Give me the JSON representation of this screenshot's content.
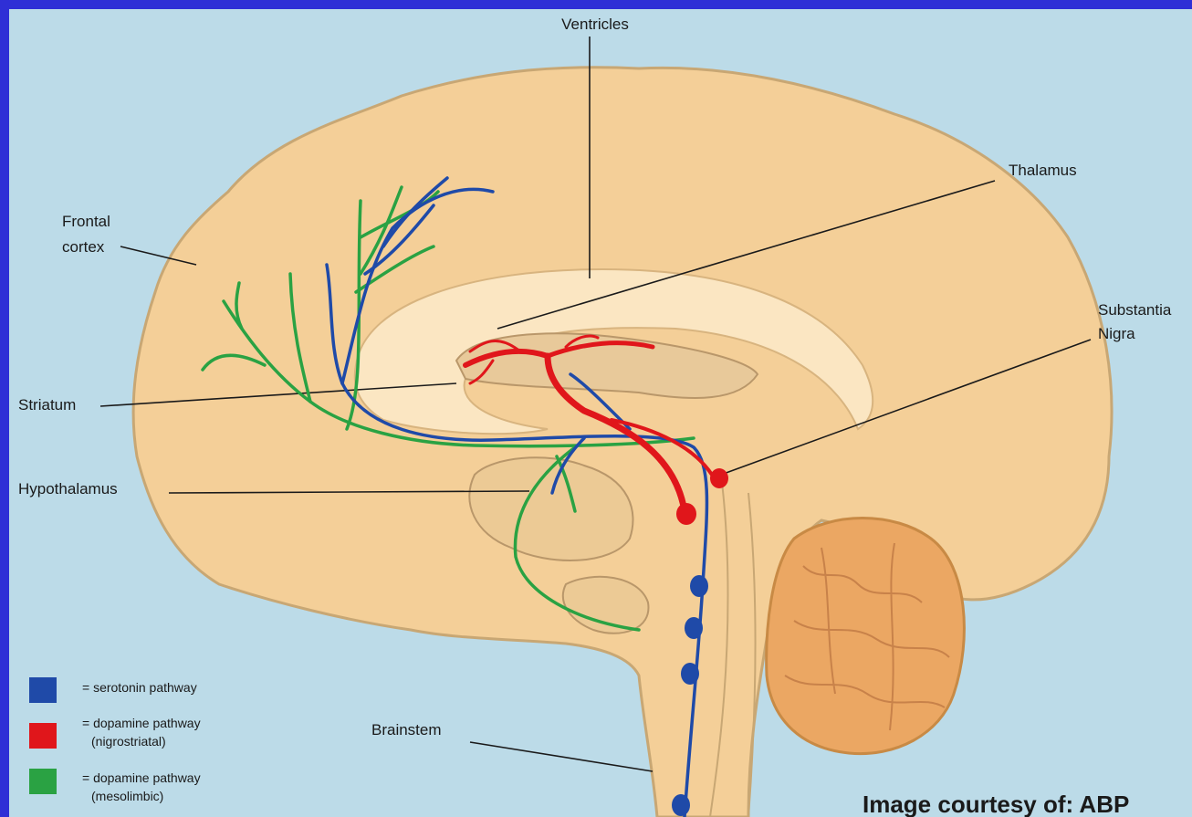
{
  "labels": {
    "ventricles": "Ventricles",
    "thalamus": "Thalamus",
    "frontal_cortex_1": "Frontal",
    "frontal_cortex_2": "cortex",
    "substantia_1": "Substantia",
    "substantia_2": "Nigra",
    "striatum": "Striatum",
    "hypothalamus": "Hypothalamus",
    "brainstem": "Brainstem"
  },
  "legend": [
    {
      "color": "#1f4aa8",
      "line1": "= serotonin pathway",
      "line2": ""
    },
    {
      "color": "#e0161b",
      "line1": "= dopamine pathway",
      "line2": "(nigrostriatal)"
    },
    {
      "color": "#2aa243",
      "line1": "= dopamine pathway",
      "line2": "(mesolimbic)"
    }
  ],
  "credit": "Image courtesy of: ABP",
  "colors": {
    "frame": "#2f2fd6",
    "background": "#bcdbe8",
    "brain": "#f4cf98",
    "ventricle": "#fbe6c2",
    "cerebellum": "#eba763",
    "serotonin": "#1f4aa8",
    "dopamine_nigro": "#e0161b",
    "dopamine_meso": "#2aa243"
  }
}
